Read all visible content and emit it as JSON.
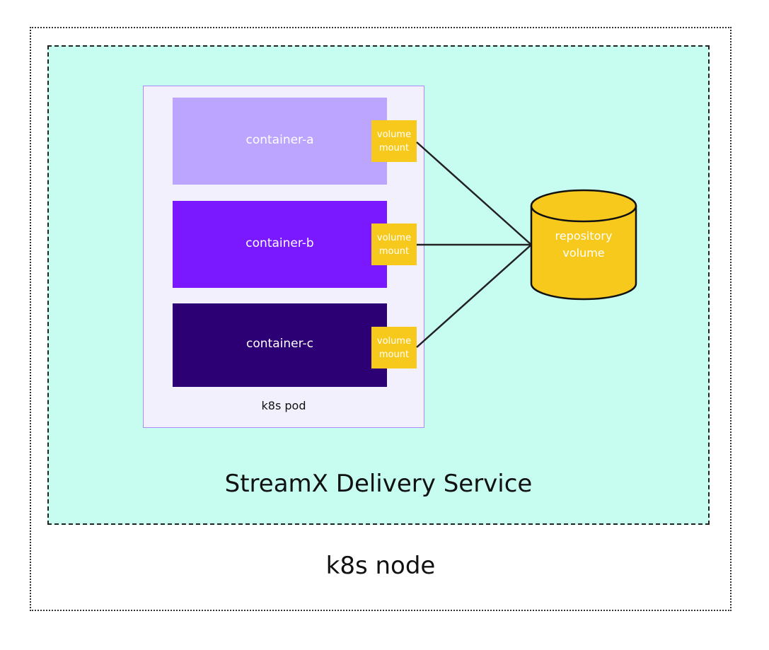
{
  "node": {
    "label": "k8s node"
  },
  "service": {
    "label": "StreamX Delivery Service"
  },
  "pod": {
    "label": "k8s pod"
  },
  "containers": [
    {
      "label": "container-a",
      "mount_line1": "volume",
      "mount_line2": "mount"
    },
    {
      "label": "container-b",
      "mount_line1": "volume",
      "mount_line2": "mount"
    },
    {
      "label": "container-c",
      "mount_line1": "volume",
      "mount_line2": "mount"
    }
  ],
  "volume": {
    "line1": "repository",
    "line2": "volume"
  },
  "colors": {
    "service_bg": "#c7fcf0",
    "pod_bg": "#f2f0fc",
    "container_a": "#bba5ff",
    "container_b": "#7a18ff",
    "container_c": "#2c0074",
    "mount": "#f7c91c",
    "volume": "#f7c91c"
  }
}
